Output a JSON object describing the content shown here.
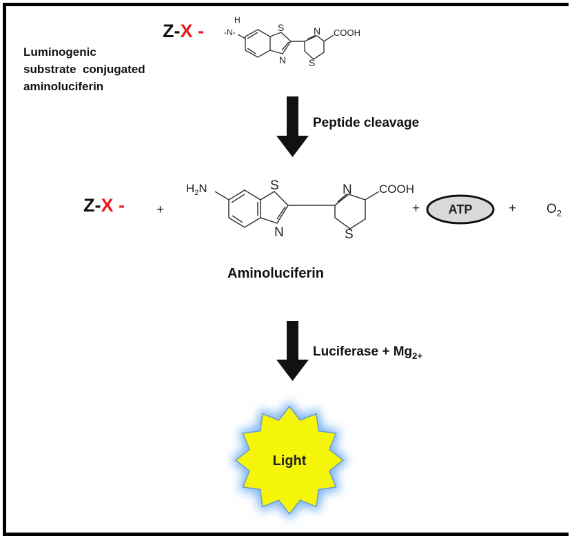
{
  "substrate_label": {
    "line1": "Luminogenic",
    "line2": "substrate  conjugated",
    "line3": "aminoluciferin"
  },
  "z_letter": "Z",
  "z_hyphen": "-",
  "x_letter": "X",
  "x_dash": "-",
  "top_molecule": {
    "h_label": "H",
    "n_label": "-N-",
    "s1": "S",
    "n1": "N",
    "n2": "N",
    "s2": "S",
    "cooh": "COOH"
  },
  "step1_label": "Peptide cleavage",
  "plus": "+",
  "mid_molecule": {
    "h2n_h": "H",
    "h2n_sub": "2",
    "h2n_n": "N",
    "s1": "S",
    "n1": "N",
    "n2": "N",
    "s2": "S",
    "cooh": "COOH"
  },
  "atp": "ATP",
  "o2_main": "O",
  "o2_sub": "2",
  "product_name": "Aminoluciferin",
  "step2_label_main": "Luciferase + Mg",
  "step2_label_sub": "2+",
  "light_label": "Light",
  "colors": {
    "x_red": "#e8191f",
    "burst_fill": "#f5f50a",
    "burst_glow": "#7fb7f2",
    "atp_fill": "#d9d9d9"
  }
}
